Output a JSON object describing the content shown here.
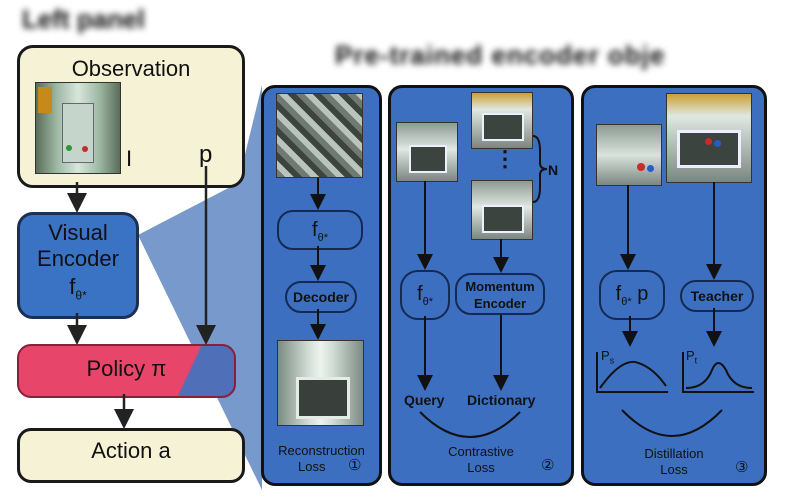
{
  "header": {
    "top_left_title": "Left panel",
    "top_title": "Pre-trained encoder objectives"
  },
  "left": {
    "observation": "Observation",
    "i_label": "I",
    "p_label": "p",
    "encoder_line1": "Visual",
    "encoder_line2": "Encoder",
    "encoder_fn": "f",
    "encoder_sub": "θ*",
    "policy": "Policy π",
    "action": "Action a"
  },
  "panel1": {
    "fn": "f",
    "fn_sub": "θ*",
    "decoder": "Decoder",
    "loss_line1": "Reconstruction",
    "loss_line2": "Loss",
    "num": "①"
  },
  "panel2": {
    "dots": "⋮",
    "n_label": "N",
    "fn": "f",
    "fn_sub": "θ*",
    "momentum_line1": "Momentum",
    "momentum_line2": "Encoder",
    "query": "Query",
    "dictionary": "Dictionary",
    "loss_line1": "Contrastive",
    "loss_line2": "Loss",
    "num": "②"
  },
  "panel3": {
    "fn": "f",
    "fn_sub": "θ*",
    "fn_p": "p",
    "teacher": "Teacher",
    "ps": "P",
    "ps_sub": "s",
    "pt": "P",
    "pt_sub": "t",
    "loss_line1": "Distillation",
    "loss_line2": "Loss",
    "num": "③"
  },
  "colors": {
    "panel_blue": "#3c6fc0",
    "encoder_blue": "#3a73c4",
    "cream": "#f6f2d6",
    "policy_red": "#e8456a"
  }
}
